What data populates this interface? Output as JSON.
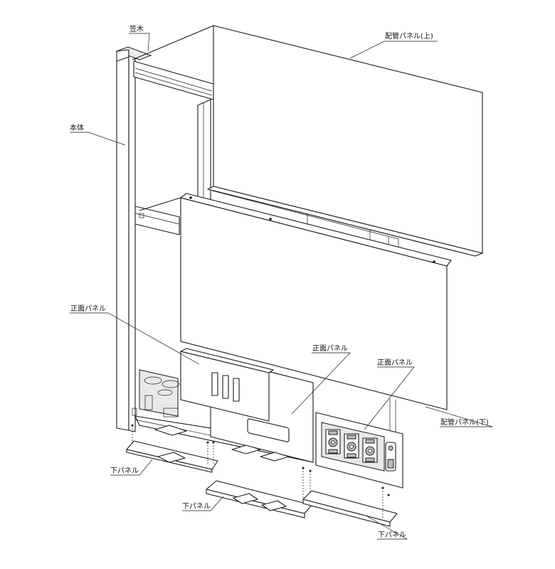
{
  "labels": {
    "kasagi": "笠木",
    "hontai": "本体",
    "haikan_ue": "配管パネル(上)",
    "haikan_shita": "配管パネル(下)",
    "shomen_1": "正面パネル",
    "shomen_2": "正面パネル",
    "shomen_3": "正面パネル",
    "shita_1": "下パネル",
    "shita_2": "下パネル",
    "shita_3": "下パネル"
  }
}
